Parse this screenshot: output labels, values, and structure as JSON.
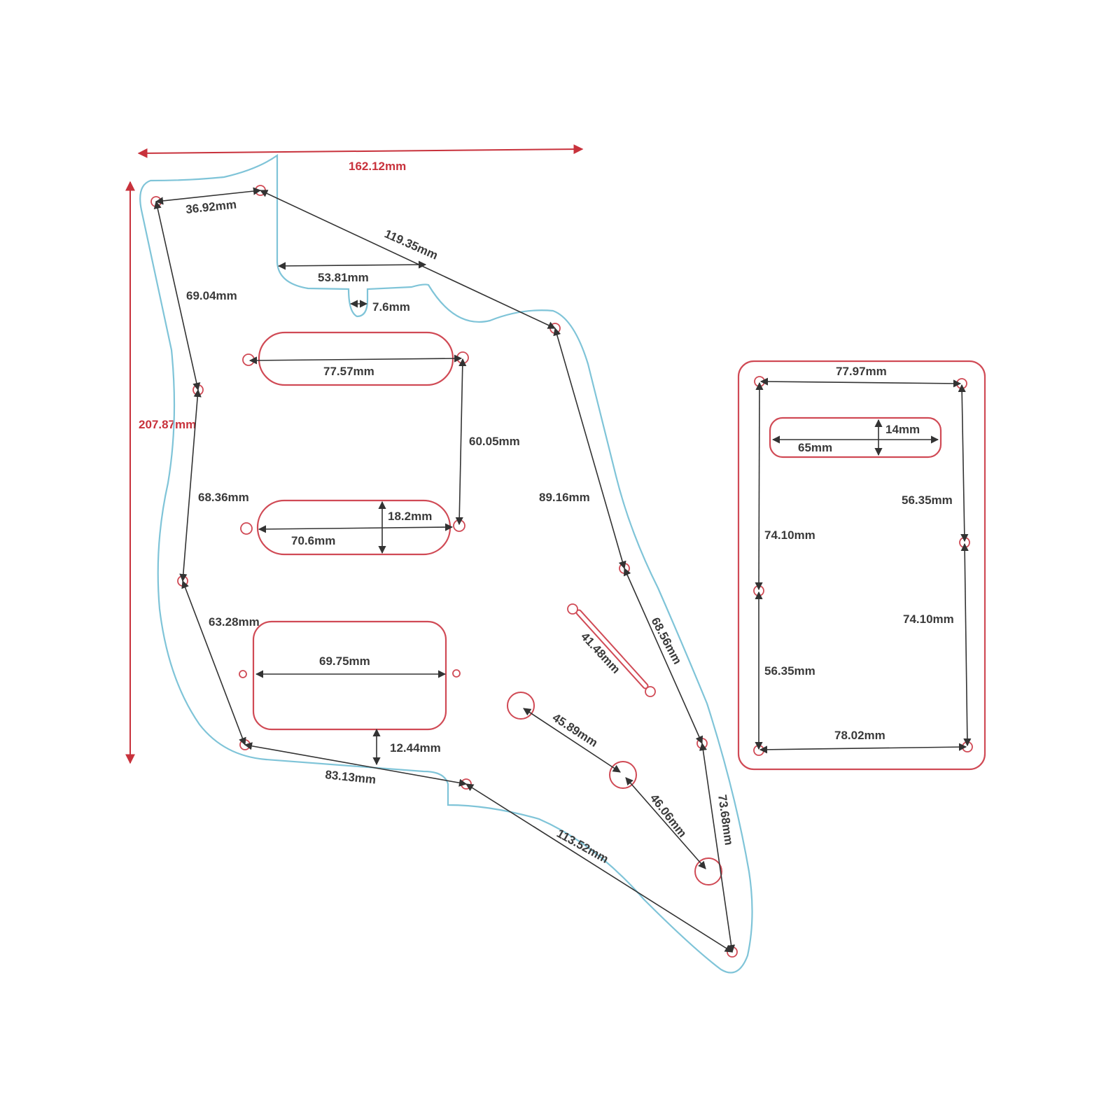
{
  "colors": {
    "outline": "#7fc4d8",
    "cutout": "#d04a55",
    "dimension": "#333333",
    "overall": "#c8323c"
  },
  "overall": {
    "width": "162.12mm",
    "height": "207.87mm"
  },
  "pickguard": {
    "screw_spacing": [
      "36.92mm",
      "119.35mm",
      "69.04mm",
      "89.16mm",
      "68.36mm",
      "68.56mm",
      "63.28mm",
      "73.68mm",
      "83.13mm",
      "113.52mm"
    ],
    "notch_width": "53.81mm",
    "notch_gap": "7.6mm",
    "neck_pickup_length": "77.57mm",
    "pickup_mount_spacing": "60.05mm",
    "middle_pickup_height": "18.2mm",
    "middle_pickup_length": "70.6mm",
    "bridge_pickup_length": "69.75mm",
    "bridge_pickup_clearance": "12.44mm",
    "switch_slot": "41.48mm",
    "control_spacing_1": "45.89mm",
    "control_spacing_2": "46.06mm"
  },
  "backplate": {
    "top": "77.97mm",
    "bottom": "78.02mm",
    "slot_height": "14mm",
    "slot_length": "65mm",
    "left_upper": "74.10mm",
    "left_lower": "56.35mm",
    "right_upper": "56.35mm",
    "right_lower": "74.10mm"
  }
}
